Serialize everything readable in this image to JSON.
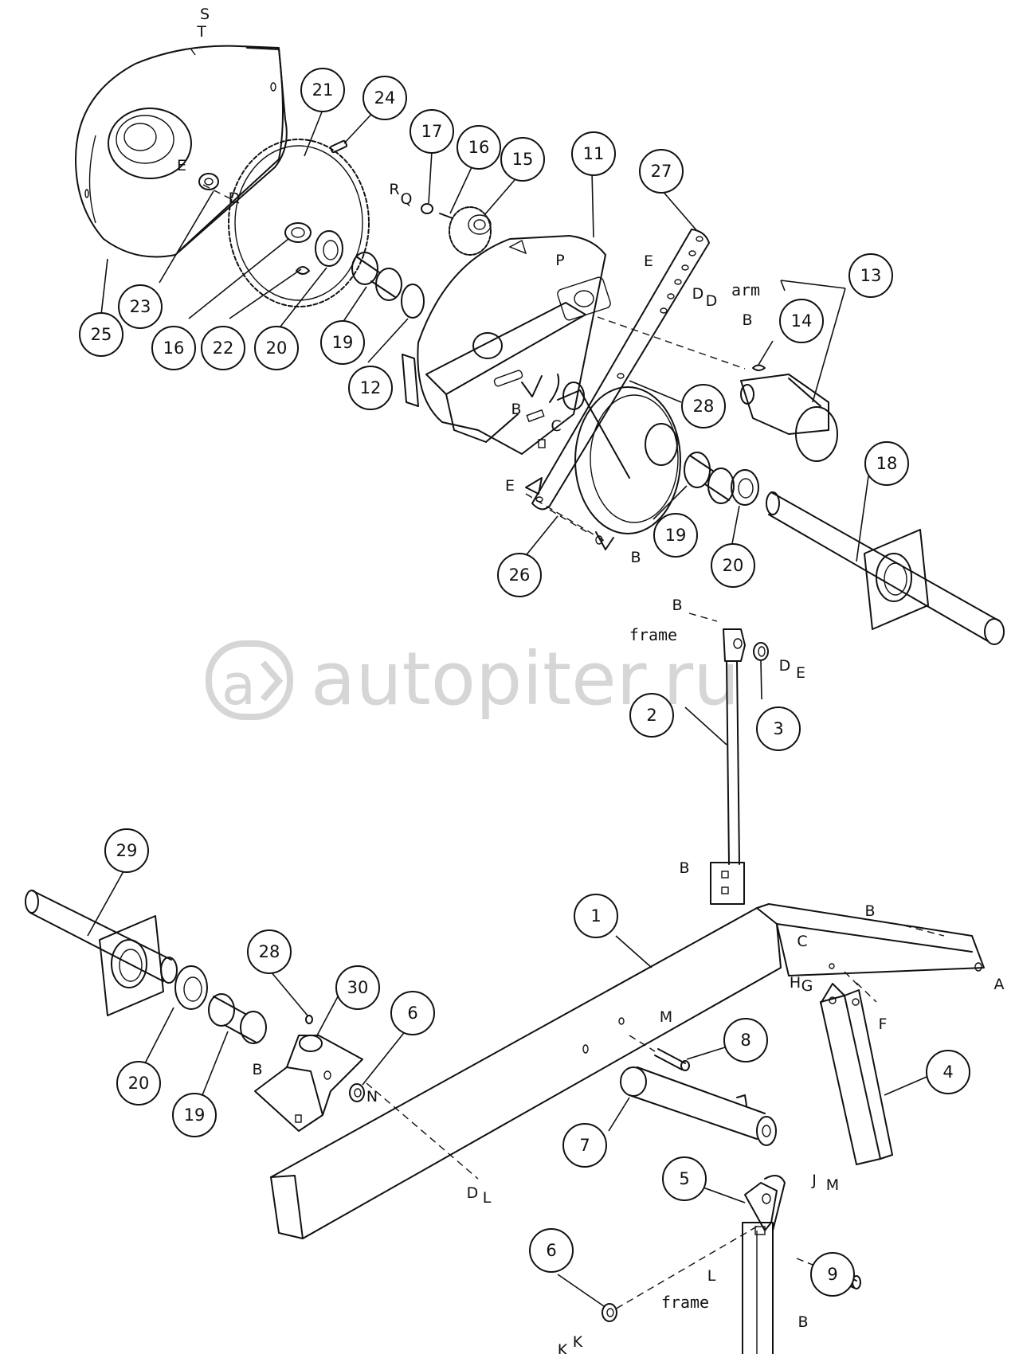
{
  "watermark": {
    "text": "autopiter.ru",
    "icon": "autopiter-logo-icon",
    "color": "#d4d4d4"
  },
  "callouts": [
    {
      "id": "c25",
      "label": "25"
    },
    {
      "id": "c23",
      "label": "23"
    },
    {
      "id": "c16a",
      "label": "16"
    },
    {
      "id": "c21",
      "label": "21"
    },
    {
      "id": "c24",
      "label": "24"
    },
    {
      "id": "c22",
      "label": "22"
    },
    {
      "id": "c20a",
      "label": "20"
    },
    {
      "id": "c19a",
      "label": "19"
    },
    {
      "id": "c12",
      "label": "12"
    },
    {
      "id": "c17",
      "label": "17"
    },
    {
      "id": "c16b",
      "label": "16"
    },
    {
      "id": "c15",
      "label": "15"
    },
    {
      "id": "c11",
      "label": "11"
    },
    {
      "id": "c27",
      "label": "27"
    },
    {
      "id": "c13",
      "label": "13"
    },
    {
      "id": "c14",
      "label": "14"
    },
    {
      "id": "c28a",
      "label": "28"
    },
    {
      "id": "c26",
      "label": "26"
    },
    {
      "id": "c19b",
      "label": "19"
    },
    {
      "id": "c20b",
      "label": "20"
    },
    {
      "id": "c18",
      "label": "18"
    },
    {
      "id": "c2",
      "label": "2"
    },
    {
      "id": "c3",
      "label": "3"
    },
    {
      "id": "c29",
      "label": "29"
    },
    {
      "id": "c20c",
      "label": "20"
    },
    {
      "id": "c19c",
      "label": "19"
    },
    {
      "id": "c28b",
      "label": "28"
    },
    {
      "id": "c30",
      "label": "30"
    },
    {
      "id": "c6a",
      "label": "6"
    },
    {
      "id": "c1",
      "label": "1"
    },
    {
      "id": "c8",
      "label": "8"
    },
    {
      "id": "c4",
      "label": "4"
    },
    {
      "id": "c7",
      "label": "7"
    },
    {
      "id": "c5",
      "label": "5"
    },
    {
      "id": "c9",
      "label": "9"
    },
    {
      "id": "c6b",
      "label": "6"
    }
  ],
  "letters": [
    {
      "id": "l1",
      "text": "S"
    },
    {
      "id": "l2",
      "text": "T"
    },
    {
      "id": "l3",
      "text": "E"
    },
    {
      "id": "l4",
      "text": "D"
    },
    {
      "id": "l5",
      "text": "R"
    },
    {
      "id": "l6",
      "text": "Q"
    },
    {
      "id": "l7",
      "text": "P"
    },
    {
      "id": "l8",
      "text": "E"
    },
    {
      "id": "l9",
      "text": "D"
    },
    {
      "id": "l10",
      "text": "D"
    },
    {
      "id": "l11",
      "text": "B"
    },
    {
      "id": "l12",
      "text": "B"
    },
    {
      "id": "l13",
      "text": "C"
    },
    {
      "id": "l14",
      "text": "E"
    },
    {
      "id": "l15",
      "text": "B"
    },
    {
      "id": "l16",
      "text": "B"
    },
    {
      "id": "l17",
      "text": "D"
    },
    {
      "id": "l18",
      "text": "E"
    },
    {
      "id": "l19",
      "text": "B"
    },
    {
      "id": "l20",
      "text": "B"
    },
    {
      "id": "l21",
      "text": "C"
    },
    {
      "id": "l22",
      "text": "A"
    },
    {
      "id": "l23",
      "text": "H"
    },
    {
      "id": "l24",
      "text": "G"
    },
    {
      "id": "l25",
      "text": "F"
    },
    {
      "id": "l26",
      "text": "M"
    },
    {
      "id": "l27",
      "text": "B"
    },
    {
      "id": "l28",
      "text": "N"
    },
    {
      "id": "l29",
      "text": "D"
    },
    {
      "id": "l30",
      "text": "L"
    },
    {
      "id": "l31",
      "text": "J"
    },
    {
      "id": "l32",
      "text": "M"
    },
    {
      "id": "l33",
      "text": "L"
    },
    {
      "id": "l34",
      "text": "K"
    },
    {
      "id": "l35",
      "text": "K"
    },
    {
      "id": "l36",
      "text": "B"
    }
  ],
  "words": [
    {
      "id": "w1",
      "text": "arm"
    },
    {
      "id": "w2",
      "text": "frame"
    },
    {
      "id": "w3",
      "text": "frame"
    }
  ]
}
